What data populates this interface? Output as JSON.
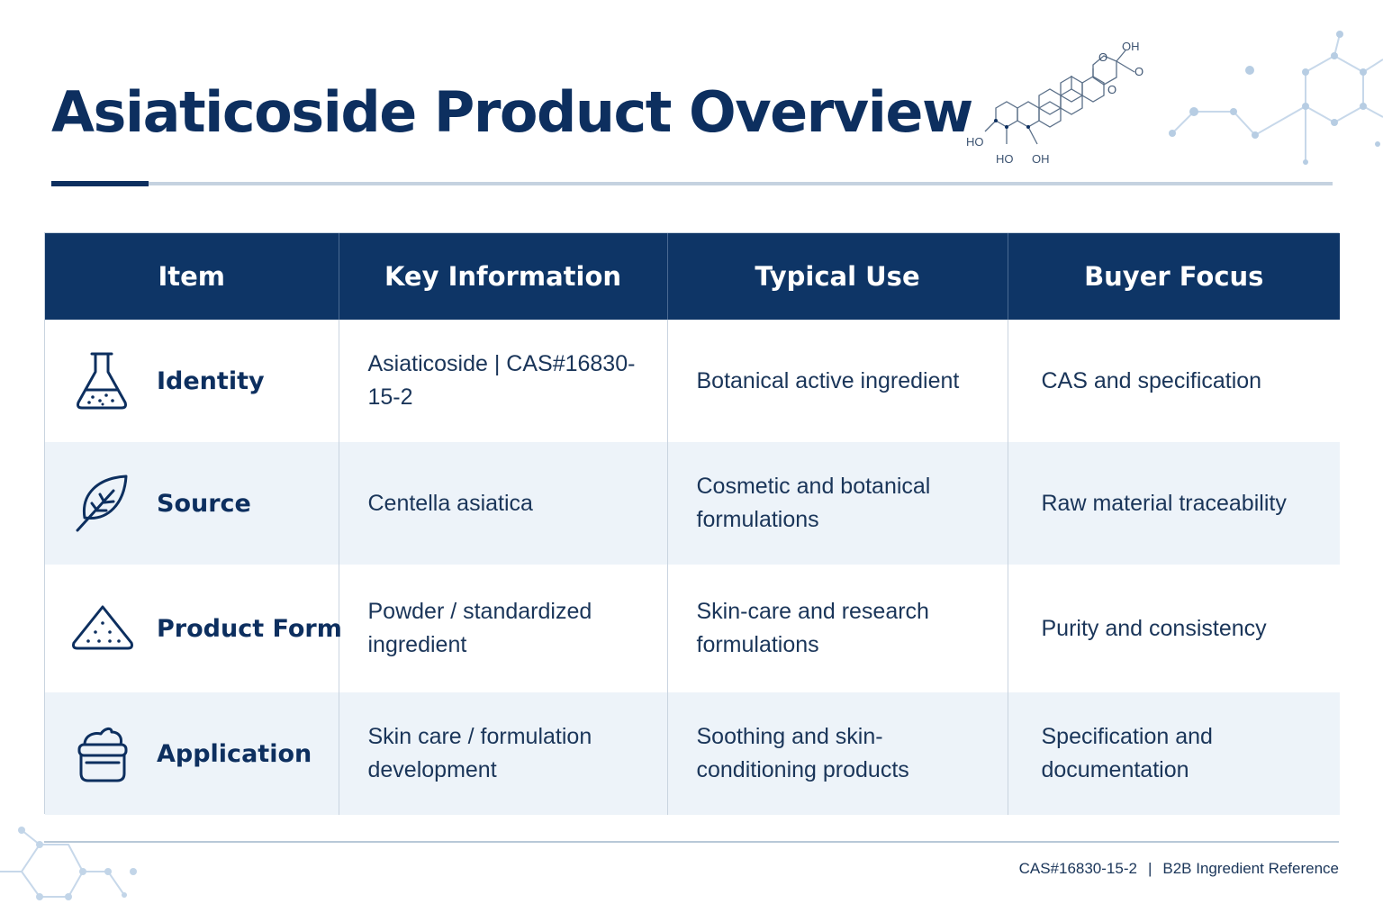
{
  "title": "Asiaticoside Product Overview",
  "colors": {
    "header_bg": "#0e3566",
    "title": "#0d2f5f",
    "alt_row": "#edf3f9",
    "accent_light": "#c5d2e0"
  },
  "molecule": {
    "labels": [
      "OH",
      "O",
      "O",
      "O",
      "HO",
      "HO",
      "OH"
    ]
  },
  "table": {
    "headers": [
      "Item",
      "Key Information",
      "Typical Use",
      "Buyer Focus"
    ],
    "rows": [
      {
        "icon": "flask-icon",
        "item": "Identity",
        "key_info": "Asiaticoside | CAS#16830-15-2",
        "typical_use": "Botanical active ingredient",
        "buyer_focus": "CAS and specification"
      },
      {
        "icon": "leaf-icon",
        "item": "Source",
        "key_info": "Centella asiatica",
        "typical_use": "Cosmetic and botanical formulations",
        "buyer_focus": "Raw material traceability"
      },
      {
        "icon": "powder-pile-icon",
        "item": "Product Form",
        "key_info": "Powder / standardized ingredient",
        "typical_use": "Skin-care and research formulations",
        "buyer_focus": "Purity and consistency"
      },
      {
        "icon": "cream-jar-icon",
        "item": "Application",
        "key_info": "Skin care / formulation development",
        "typical_use": "Soothing and skin-conditioning products",
        "buyer_focus": "Specification and documentation"
      }
    ]
  },
  "footer": {
    "cas": "CAS#16830-15-2",
    "separator": "|",
    "reference": "B2B Ingredient Reference"
  }
}
